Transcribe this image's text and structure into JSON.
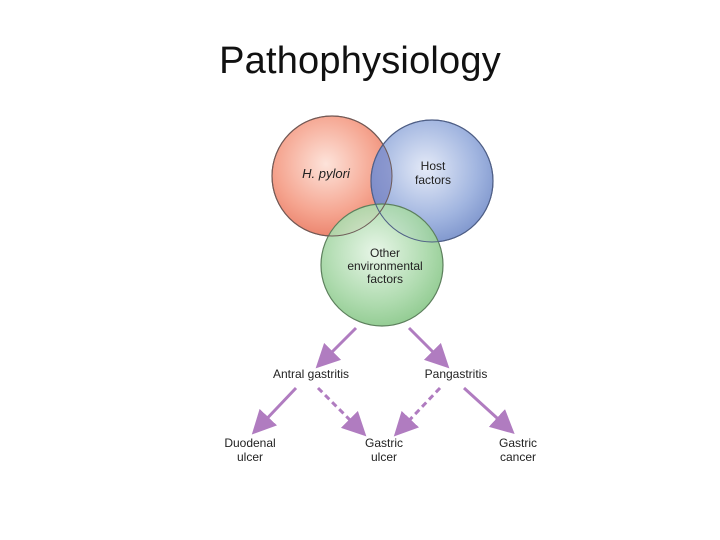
{
  "slide": {
    "title": "Pathophysiology"
  },
  "venn": {
    "circles": [
      {
        "id": "hpylori",
        "lines": [
          "H. pylori"
        ],
        "italic": true,
        "fill": "#f39a86",
        "edge": "#c6634f"
      },
      {
        "id": "host",
        "lines": [
          "Host",
          "factors"
        ],
        "italic": false,
        "fill": "#93a9d8",
        "edge": "#5b6f9e"
      },
      {
        "id": "env",
        "lines": [
          "Other",
          "environmental",
          "factors"
        ],
        "italic": false,
        "fill": "#9fd29f",
        "edge": "#5e9a5e"
      }
    ],
    "overlap_color": "#7f86c2"
  },
  "flow": {
    "arrow_color": "#b07cc0",
    "mid": {
      "antral": "Antral gastritis",
      "pangastritis": "Pangastritis"
    },
    "outcomes": {
      "duodenal": [
        "Duodenal",
        "ulcer"
      ],
      "gastric_ulcer": [
        "Gastric",
        "ulcer"
      ],
      "gastric_cancer": [
        "Gastric",
        "cancer"
      ]
    }
  }
}
